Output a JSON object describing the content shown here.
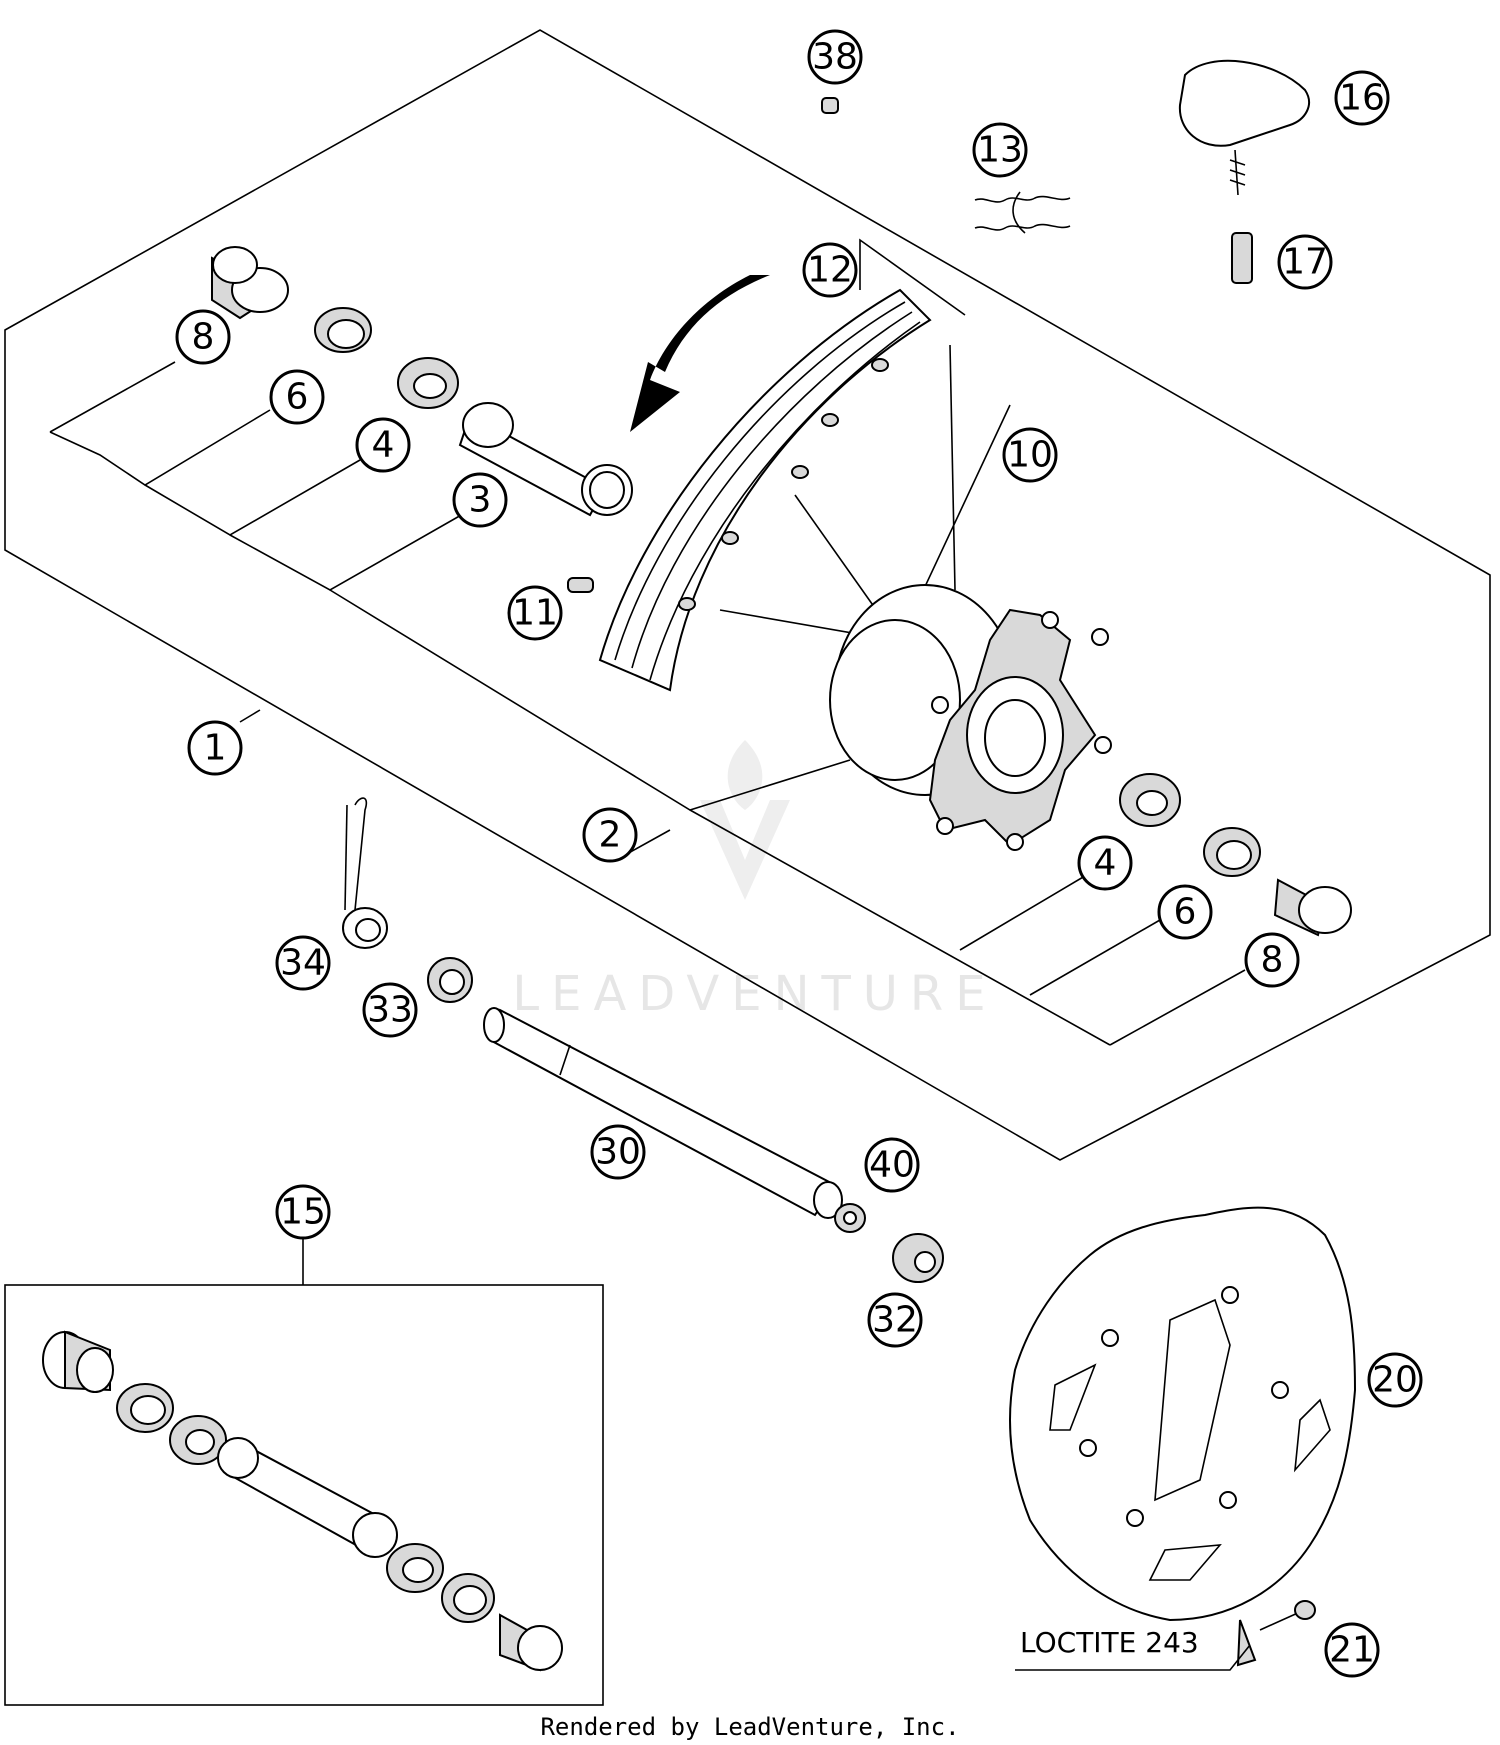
{
  "diagram": {
    "callouts": [
      {
        "id": "1",
        "label": "1"
      },
      {
        "id": "2",
        "label": "2"
      },
      {
        "id": "3",
        "label": "3"
      },
      {
        "id": "4a",
        "label": "4"
      },
      {
        "id": "4b",
        "label": "4"
      },
      {
        "id": "6a",
        "label": "6"
      },
      {
        "id": "6b",
        "label": "6"
      },
      {
        "id": "8a",
        "label": "8"
      },
      {
        "id": "8b",
        "label": "8"
      },
      {
        "id": "10",
        "label": "10"
      },
      {
        "id": "11",
        "label": "11"
      },
      {
        "id": "12",
        "label": "12"
      },
      {
        "id": "13",
        "label": "13"
      },
      {
        "id": "15",
        "label": "15"
      },
      {
        "id": "16",
        "label": "16"
      },
      {
        "id": "17",
        "label": "17"
      },
      {
        "id": "20",
        "label": "20"
      },
      {
        "id": "21",
        "label": "21"
      },
      {
        "id": "30",
        "label": "30"
      },
      {
        "id": "32",
        "label": "32"
      },
      {
        "id": "33",
        "label": "33"
      },
      {
        "id": "34",
        "label": "34"
      },
      {
        "id": "38",
        "label": "38"
      },
      {
        "id": "40",
        "label": "40"
      }
    ],
    "note": "LOCTITE 243",
    "watermark": "LEADVENTURE",
    "footer": "Rendered by LeadVenture, Inc."
  }
}
